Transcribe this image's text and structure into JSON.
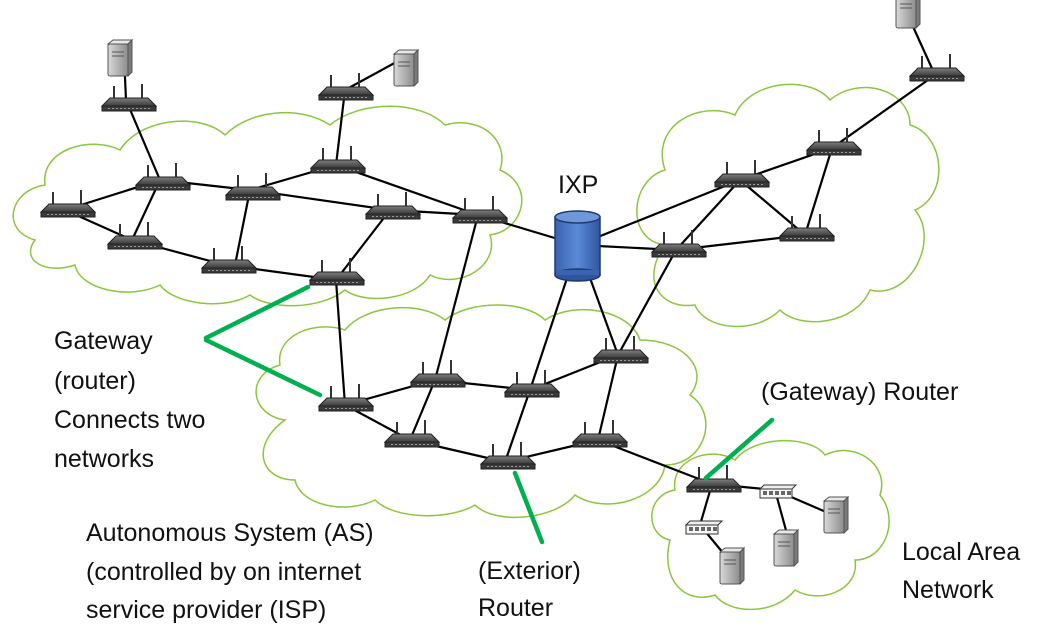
{
  "labels": {
    "ixp": "IXP",
    "gateway_1": "Gateway",
    "gateway_2": "(router)",
    "gateway_3": "Connects two",
    "gateway_4": "networks",
    "gateway_router": "(Gateway) Router",
    "as_1": "Autonomous System (AS)",
    "as_2": "(controlled by on internet",
    "as_3": "service provider (ISP)",
    "exterior_1": "(Exterior)",
    "exterior_2": "Router",
    "lan_1": "Local Area",
    "lan_2": "Network"
  },
  "colors": {
    "cloud_stroke": "#8cc63f",
    "annotation_line": "#00b050",
    "ixp_fill": "#4472c4",
    "link": "#000000",
    "router_body": "#595959"
  }
}
